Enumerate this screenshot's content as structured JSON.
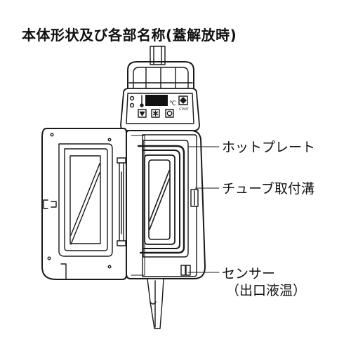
{
  "title": "本体形状及び各部名称(蓋解放時)",
  "labels": {
    "hotplate": "ホットプレート",
    "groove": "チューブ取付溝",
    "sensor": "センサー",
    "sensor_detail": "（出口液温）"
  },
  "panel": {
    "start_label": "START",
    "temp_unit": "℃"
  },
  "colors": {
    "line": "#1a1a1a",
    "display": "#111111",
    "background": "#ffffff"
  }
}
